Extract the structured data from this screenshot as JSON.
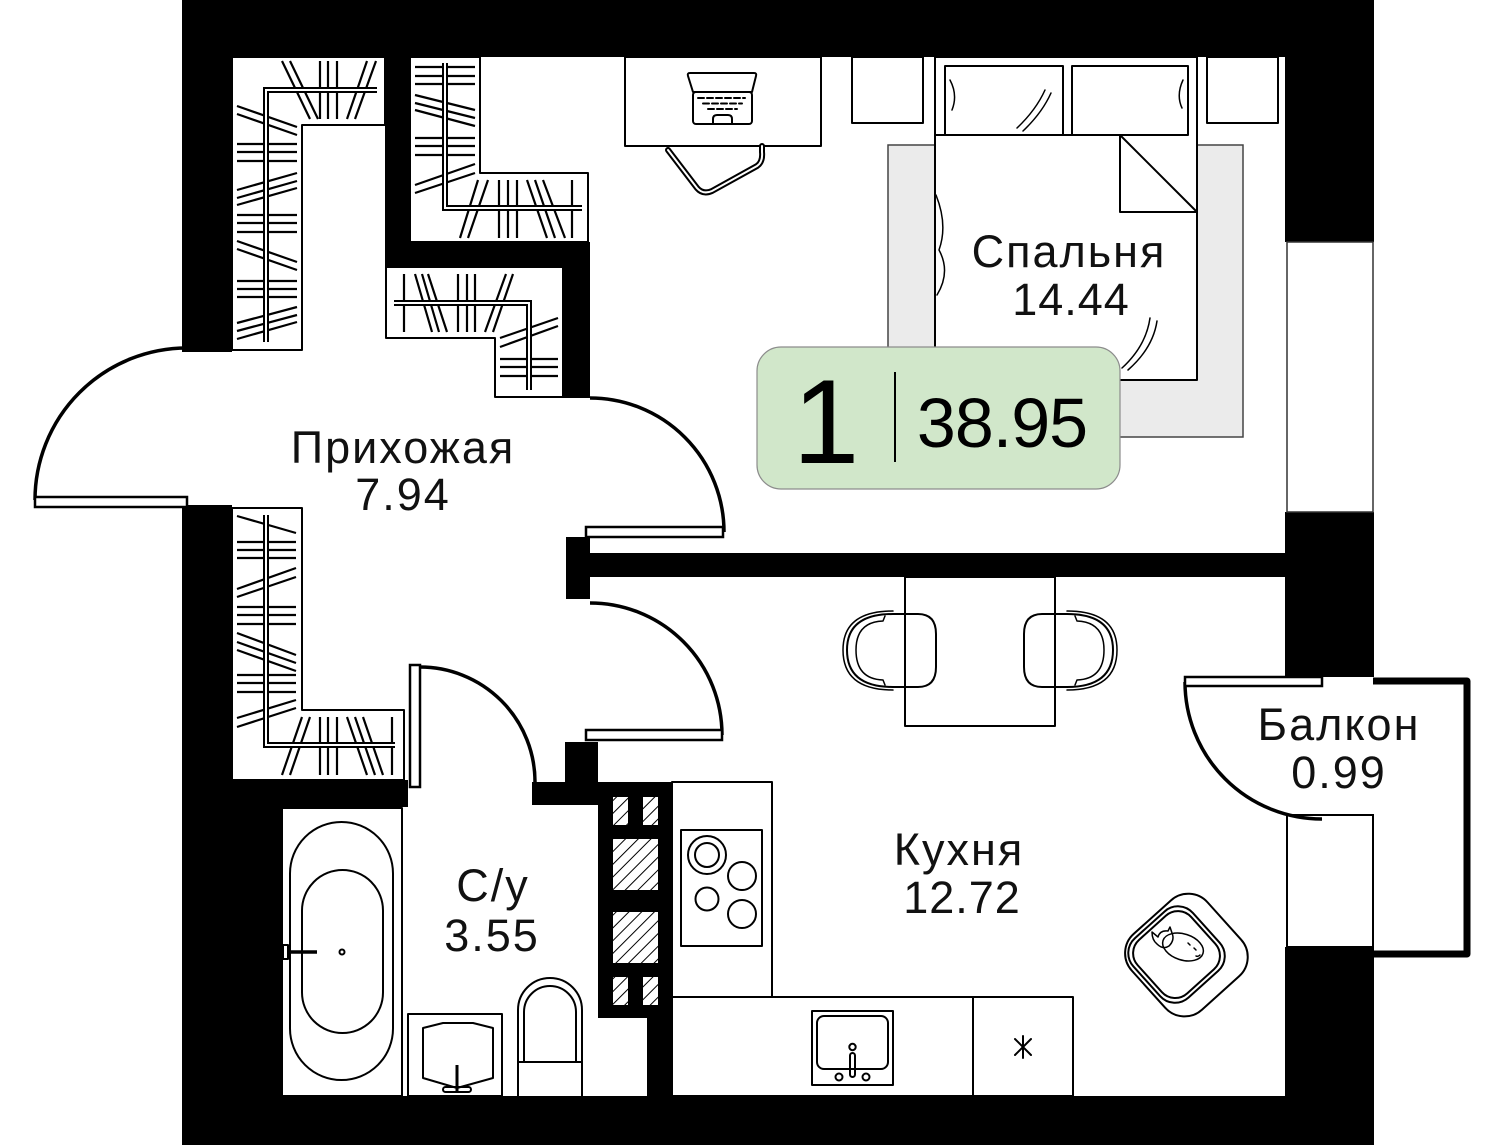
{
  "badge": {
    "rooms": "1",
    "total_area": "38.95"
  },
  "rooms": {
    "hallway": {
      "name": "Прихожая",
      "area": "7.94"
    },
    "bedroom": {
      "name": "Спальня",
      "area": "14.44"
    },
    "bathroom": {
      "name": "С/у",
      "area": "3.55"
    },
    "kitchen": {
      "name": "Кухня",
      "area": "12.72"
    },
    "balcony": {
      "name": "Балкон",
      "area": "0.99"
    }
  },
  "colors": {
    "wall": "#000000",
    "floor": "#ffffff",
    "rug": "#ebebeb",
    "badge_fill": "#d1e7ca",
    "badge_border": "#8c8c8c",
    "text": "#111111"
  },
  "fixtures": [
    "wardrobe-icon",
    "desk-icon",
    "laptop-icon",
    "desk-chair-icon",
    "double-bed-icon",
    "nightstand-icon",
    "rug-icon",
    "window-icon",
    "dining-table-icon",
    "dining-chair-icon",
    "armchair-with-cat-icon",
    "stove-icon",
    "kitchen-sink-icon",
    "fridge-icon",
    "ventilation-shaft-icon",
    "bathtub-icon",
    "washbasin-icon",
    "toilet-icon",
    "door-swing-icon"
  ]
}
